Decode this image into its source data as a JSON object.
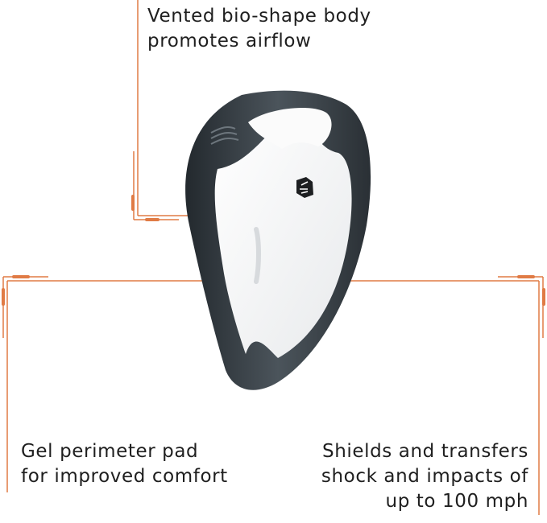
{
  "colors": {
    "accent_line": "#e07b45",
    "text": "#1f1f1f",
    "shell_dark": "#2e3439",
    "shell_mid": "#5a636b",
    "cup_white": "#f4f5f6",
    "background": "#ffffff"
  },
  "callouts": {
    "top": {
      "lines": [
        "Vented bio-shape body",
        "promotes airflow"
      ]
    },
    "bottom_left": {
      "lines": [
        "Gel perimeter pad",
        "for improved comfort"
      ]
    },
    "bottom_right": {
      "lines": [
        "Shields and transfers",
        "shock and impacts of",
        "up to 100 mph"
      ]
    }
  },
  "product": {
    "icon": "shock-doctor-logo-icon"
  }
}
